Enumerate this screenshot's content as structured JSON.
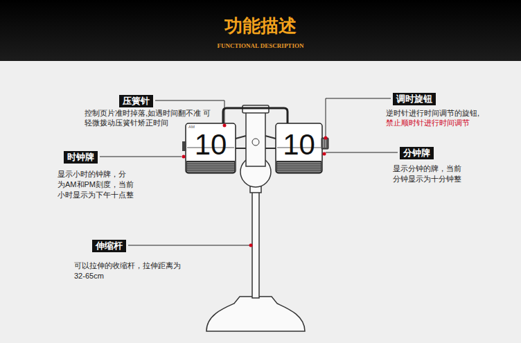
{
  "diagram": {
    "title": "功能描述",
    "nodes": [
      {
        "text": [
          "压簧针"
        ]
      },
      {
        "text": [
          "时钟牌"
        ]
      },
      {
        "text": [
          "伸缩杆"
        ]
      },
      {
        "text": [
          "调时旋钮"
        ]
      },
      {
        "text": [
          "分钟牌"
        ]
      }
    ],
    "labels": [
      "FUNCTIONAL DESCRIPTION",
      "控制页片准时掉落,如遇时间翻不准 可轻微拨动压簧针矫正时间",
      "显示小时的钟牌，分 为AM和PM刻度，当前 小时显示为下午十点整",
      "可以拉伸的收缩杆，拉伸距离为 32-65cm",
      "逆时针进行时间调节的旋钮,",
      "禁止顺时针进行时间调节",
      "显示分钟的牌，当前 分钟显示为十分钟整",
      "10",
      "10",
      "AM"
    ]
  }
}
